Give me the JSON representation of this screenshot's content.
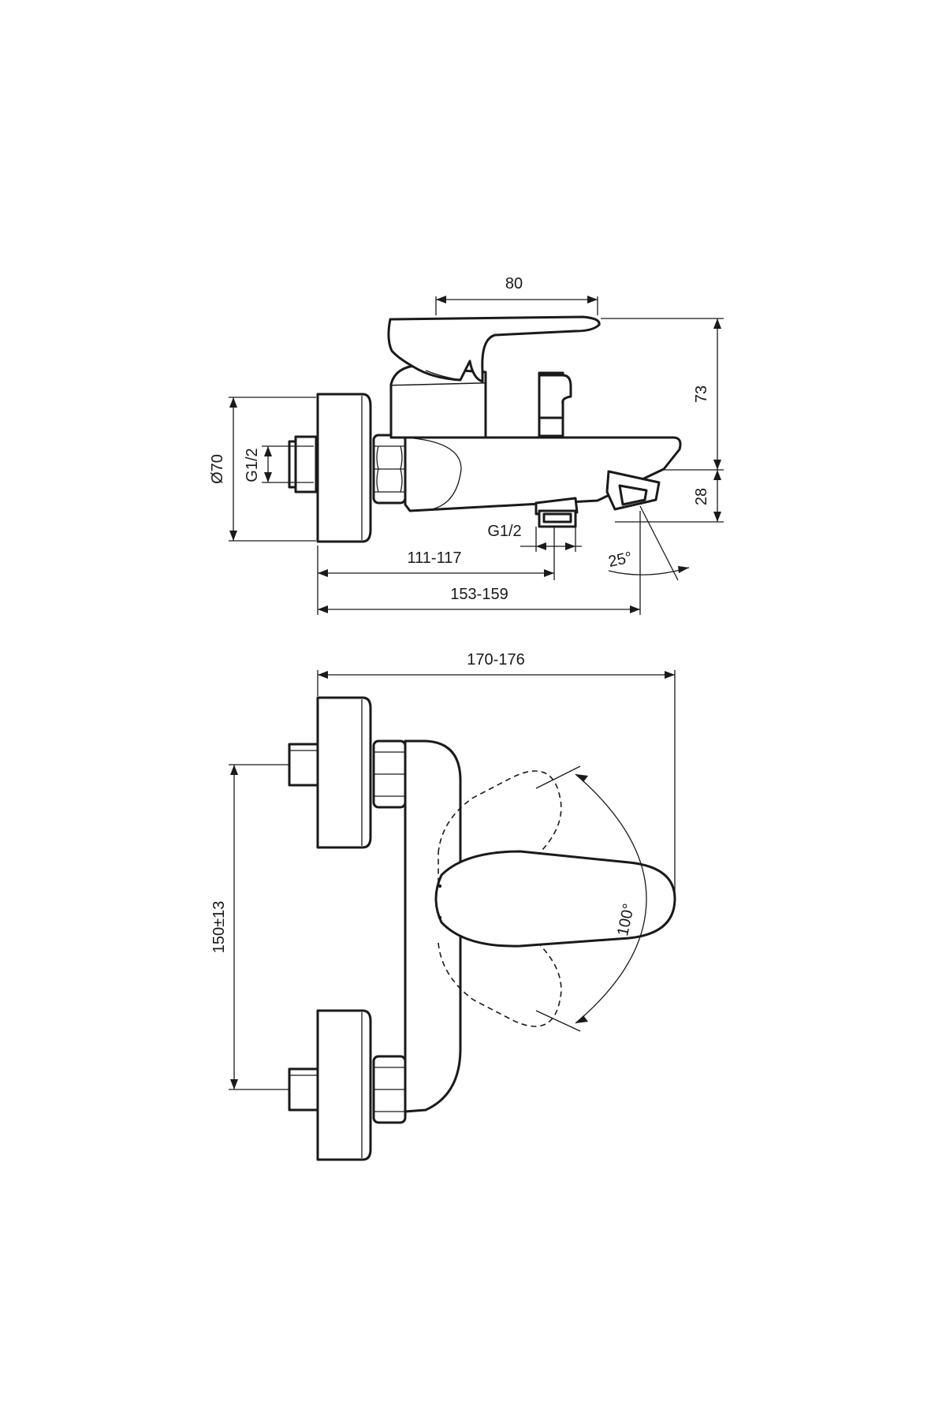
{
  "side_view": {
    "dim_handle_width": "80",
    "dim_height_top": "73",
    "dim_height_spout": "28",
    "dim_rosette_diameter": "Ø70",
    "dim_thread_inlet": "G1/2",
    "dim_thread_outlet": "G1/2",
    "dim_outlet_distance": "111-117",
    "dim_spout_distance": "153-159",
    "dim_spout_angle": "25°"
  },
  "top_view": {
    "dim_total_depth": "170-176",
    "dim_center_distance": "150±13",
    "dim_lever_rotation": "100°"
  }
}
